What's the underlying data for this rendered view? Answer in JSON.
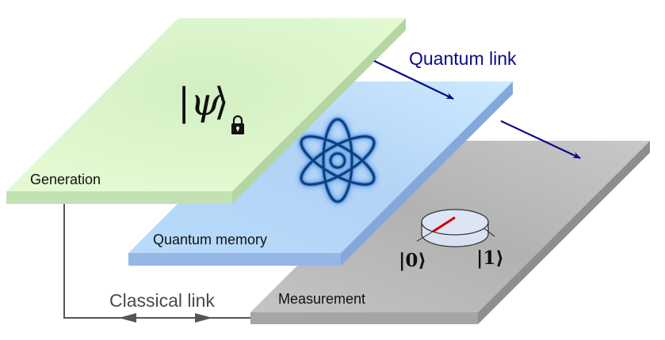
{
  "diagram": {
    "layers": [
      {
        "id": "generation",
        "label": "Generation",
        "color": "#dff7cc",
        "edge_color": "#c3e2b4"
      },
      {
        "id": "memory",
        "label": "Quantum memory",
        "color": "#c4e4fb",
        "edge_color": "#8fb2e2"
      },
      {
        "id": "measurement",
        "label": "Measurement",
        "color": "#bdbdbd",
        "edge_color": "#9a9a9a"
      }
    ],
    "state_symbol": {
      "psi_bar": "|",
      "psi": "ψ",
      "psi_ket": "⟩",
      "lock_icon": "lock-icon"
    },
    "memory_icon": "atom-icon",
    "measurement_dial": {
      "ket0": "|0⟩",
      "ket1": "|1⟩",
      "needle_color": "#cc0000"
    },
    "links": {
      "quantum": {
        "label": "Quantum link",
        "color": "#0a0a8a"
      },
      "classical": {
        "label": "Classical link",
        "color": "#555555"
      }
    }
  }
}
